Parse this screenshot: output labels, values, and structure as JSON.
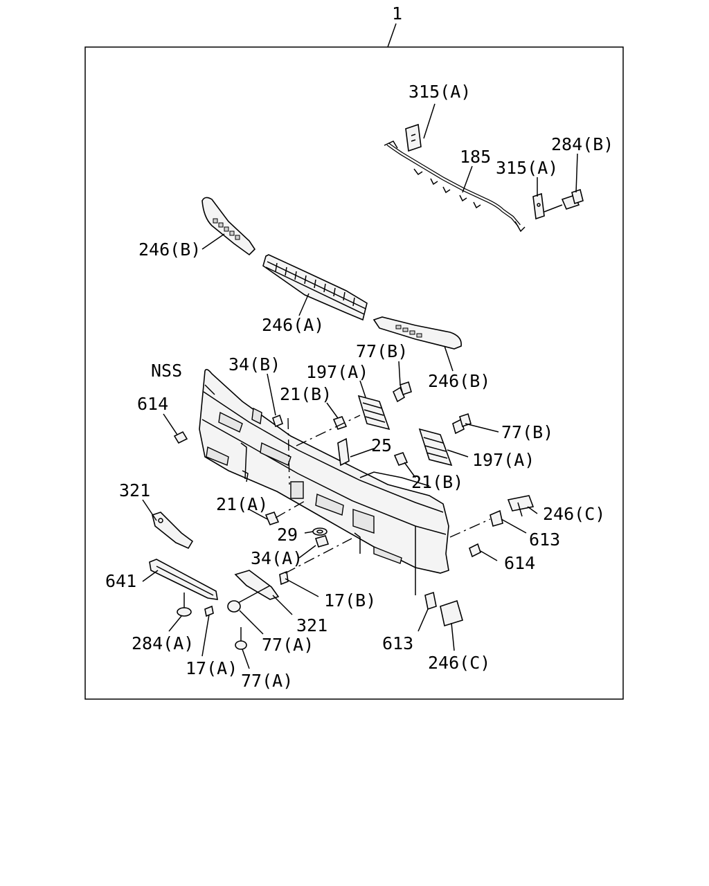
{
  "assembly_number": "1",
  "callouts": {
    "c315a_top": "315(A)",
    "c185": "185",
    "c315a_right": "315(A)",
    "c284b": "284(B)",
    "c246b_left": "246(B)",
    "c246a": "246(A)",
    "c246b_right": "246(B)",
    "c77b_top": "77(B)",
    "c197a_top": "197(A)",
    "cNSS": "NSS",
    "c34b": "34(B)",
    "c21b_top": "21(B)",
    "c614_left": "614",
    "c25": "25",
    "c77b_right": "77(B)",
    "c197a_right": "197(A)",
    "c21b_right": "21(B)",
    "c321_left": "321",
    "c21a": "21(A)",
    "c29": "29",
    "c246c_right": "246(C)",
    "c613_right": "613",
    "c34a": "34(A)",
    "c614_right": "614",
    "c641": "641",
    "c17b": "17(B)",
    "c321_mid": "321",
    "c284a": "284(A)",
    "c77a_mid": "77(A)",
    "c613_bottom": "613",
    "c17a": "17(A)",
    "c246c_bottom": "246(C)",
    "c77a_bottom": "77(A)"
  }
}
